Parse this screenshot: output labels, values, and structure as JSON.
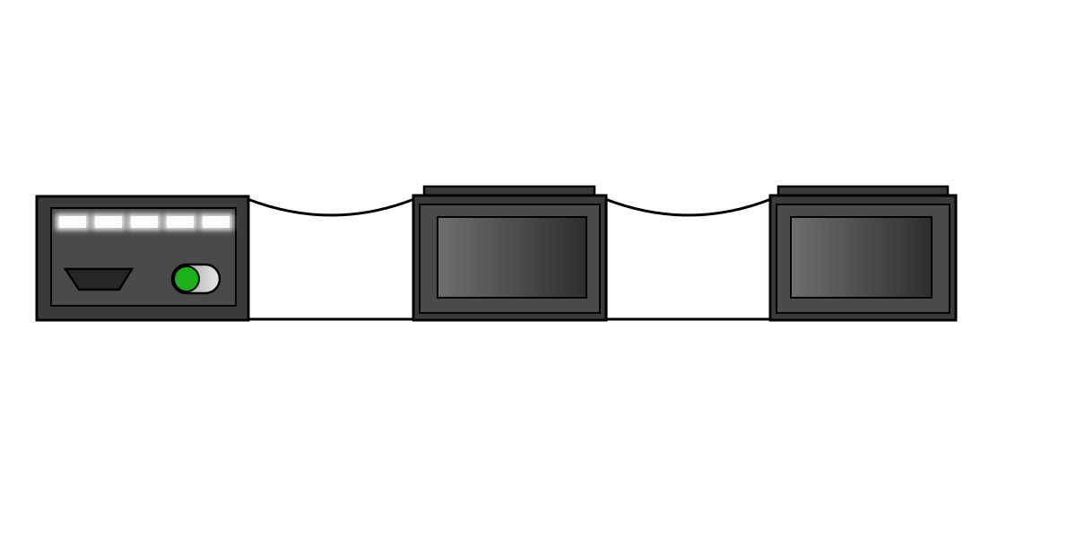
{
  "scene": {
    "background": "#ffffff",
    "hub": {
      "led_count": 5,
      "led_color": "#ffffff",
      "port_icon": "usb-port-icon",
      "power_switch": {
        "state": "on",
        "indicator_color": "#1db01d"
      }
    },
    "devices": [
      {
        "name": "device-1"
      },
      {
        "name": "device-2"
      }
    ],
    "cables": [
      {
        "from": "hub",
        "to": "device-1"
      },
      {
        "from": "device-1",
        "to": "device-2"
      }
    ],
    "colors": {
      "body": "#3a3a3a",
      "face": "#4a4a4a",
      "outline": "#000000",
      "screen_light": "#6e6e6e",
      "screen_dark": "#2e2e2e"
    }
  }
}
